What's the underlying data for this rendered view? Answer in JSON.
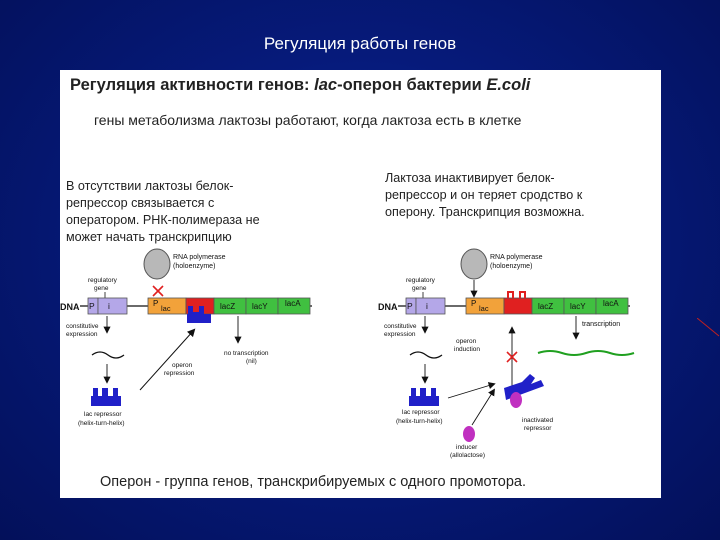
{
  "slide_title": "Регуляция работы генов",
  "panel": {
    "title_main": "Регуляция активности генов: ",
    "title_lac": "lac",
    "title_mid": "-оперон бактерии ",
    "title_organism": "E.coli",
    "subtitle": "гены метаболизма лактозы работают, когда лактоза есть в клетке",
    "left_desc": "В отсутствии лактозы белок-\nрепрессор связывается с\nоператором. РНК-полимераза не\nможет начать транскрипцию",
    "right_desc": "Лактоза инактивирует белок-\nрепрессор и он теряет сродство к\nоперону. Транскрипция возможна.",
    "footer": "Оперон - группа генов, транскрибируемых с одного промотора."
  },
  "diagram": {
    "left": {
      "rna_pol_1": "RNA polymerase",
      "rna_pol_2": "(holoenzyme)",
      "reg_gene_1": "regulatory",
      "reg_gene_2": "gene",
      "dna": "DNA",
      "p": "P",
      "i": "i",
      "plac_p": "P",
      "plac_sub": "lac",
      "lacz": "lacZ",
      "lacy": "lacY",
      "laca": "lacA",
      "constitutive_1": "constitutive",
      "constitutive_2": "expression",
      "no_tx_1": "no transcription",
      "no_tx_2": "(nil)",
      "operon_rep_1": "operon",
      "operon_rep_2": "repression",
      "lac_rep_1": "lac repressor",
      "lac_rep_2": "(helix-turn-helix)"
    },
    "right": {
      "rna_pol_1": "RNA polymerase",
      "rna_pol_2": "(holoenzyme)",
      "reg_gene_1": "regulatory",
      "reg_gene_2": "gene",
      "dna": "DNA",
      "p": "P",
      "i": "i",
      "plac_p": "P",
      "plac_sub": "lac",
      "lacz": "lacZ",
      "lacy": "lacY",
      "laca": "lacA",
      "constitutive_1": "constitutive",
      "constitutive_2": "expression",
      "transcription": "transcription",
      "operon_ind_1": "operon",
      "operon_ind_2": "induction",
      "lac_rep_1": "lac repressor",
      "lac_rep_2": "(helix-turn-helix)",
      "inactivated_1": "inactivated",
      "inactivated_2": "repressor",
      "inducer_1": "inducer",
      "inducer_2": "(allolactose)"
    }
  },
  "colors": {
    "background": "#061a7a",
    "gene_i": "#b4a7e8",
    "plac": "#f2a23a",
    "operator": "#e02020",
    "lac_genes": "#40c040",
    "repressor": "#2020c8",
    "inducer": "#c030c0",
    "mrna_green": "#20a020",
    "rna_pol": "#b8b8b8"
  }
}
